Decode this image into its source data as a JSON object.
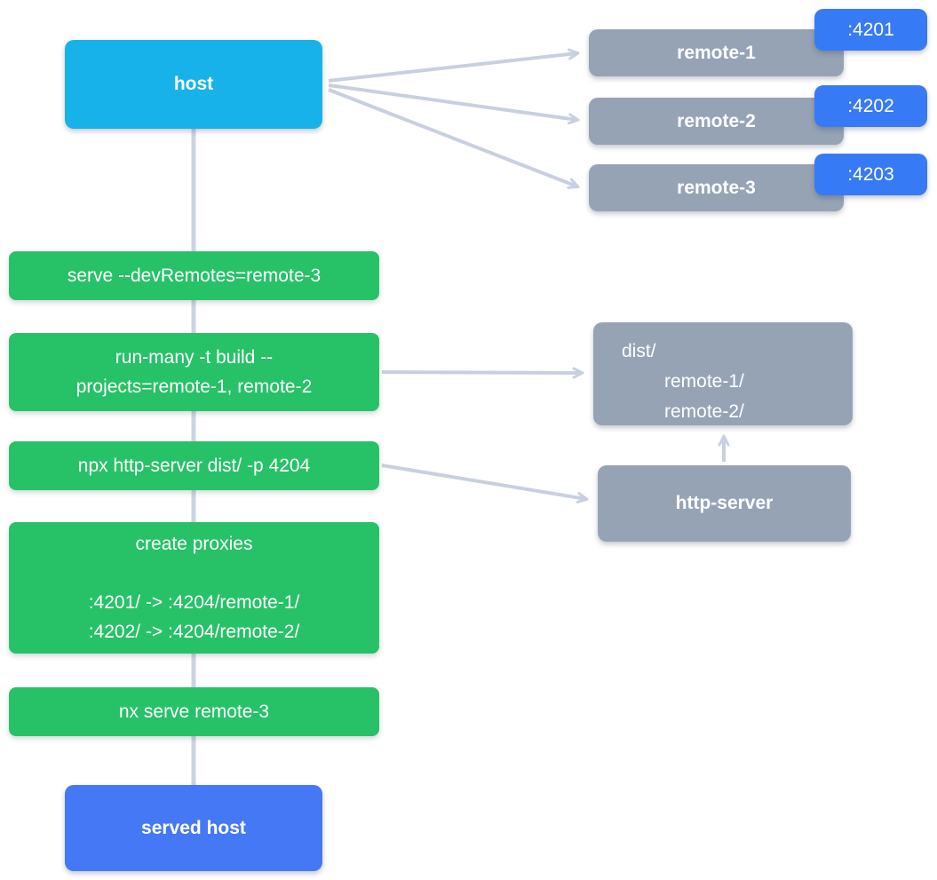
{
  "host": {
    "label": "host"
  },
  "served_host": {
    "label": "served host"
  },
  "remotes": [
    {
      "label": "remote-1",
      "port": ":4201"
    },
    {
      "label": "remote-2",
      "port": ":4202"
    },
    {
      "label": "remote-3",
      "port": ":4203"
    }
  ],
  "commands": {
    "serve": {
      "line1": "serve --devRemotes=remote-3"
    },
    "run_many": {
      "line1": "run-many -t build --",
      "line2": "projects=remote-1, remote-2"
    },
    "http_server_cmd": {
      "line1": "npx http-server dist/ -p 4204"
    },
    "proxies": {
      "title": "create proxies",
      "rule1": ":4201/ -> :4204/remote-1/",
      "rule2": ":4202/ -> :4204/remote-2/"
    },
    "nx_serve": {
      "line1": "nx serve remote-3"
    }
  },
  "dist": {
    "line1": "dist/",
    "line2": "remote-1/",
    "line3": "remote-2/"
  },
  "http_server": {
    "label": "http-server"
  },
  "colors": {
    "host": "#17b2ea",
    "served_host": "#4478f4",
    "badge": "#377af5",
    "command": "#27c268",
    "gray": "#96a3b5",
    "edge": "#c8d0e0"
  }
}
